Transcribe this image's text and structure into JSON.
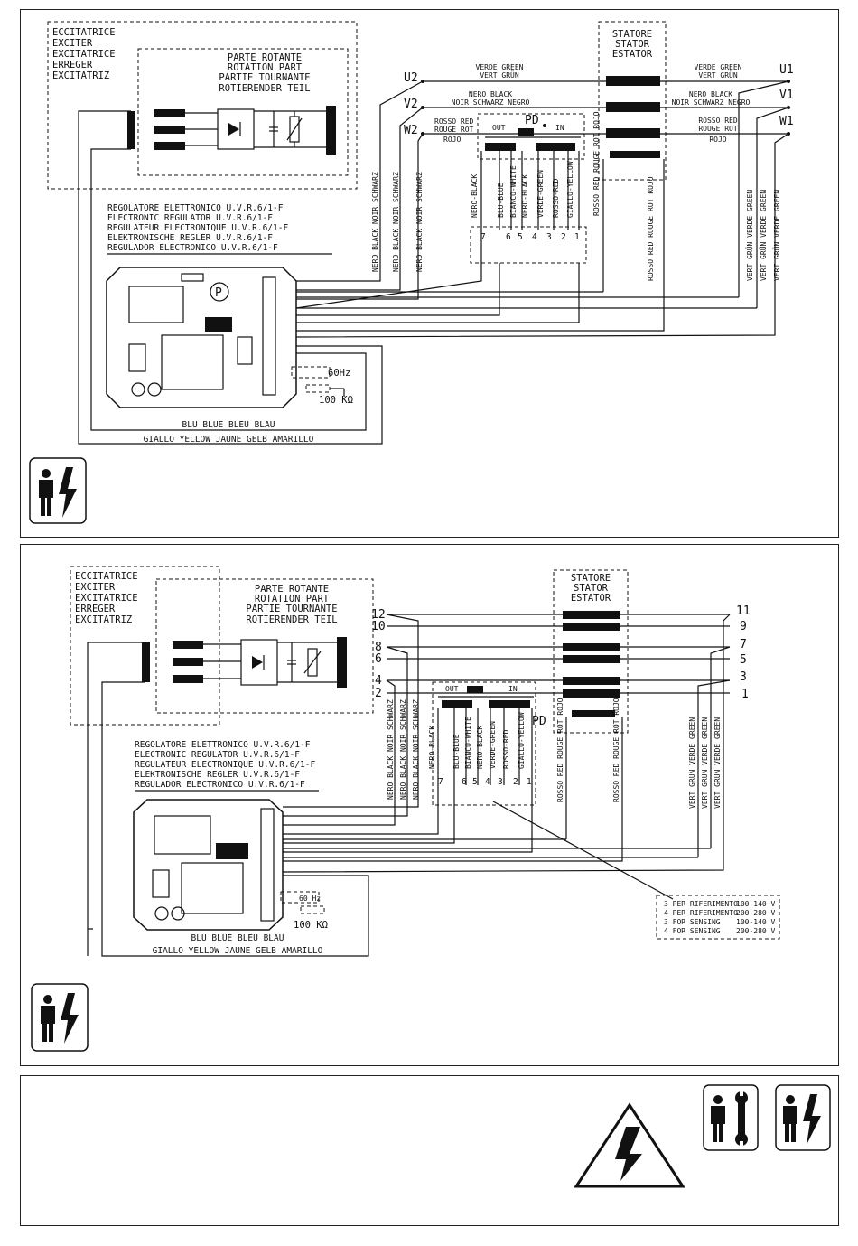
{
  "diagram1": {
    "exciter_labels": [
      "ECCITATRICE",
      "EXCITER",
      "EXCITATRICE",
      "ERREGER",
      "EXCITATRIZ"
    ],
    "rotor_labels": [
      "PARTE ROTANTE",
      "ROTATION PART",
      "PARTIE TOURNANTE",
      "ROTIERENDER TEIL"
    ],
    "stator_labels": [
      "STATORE",
      "STATOR",
      "ESTATOR"
    ],
    "terminals_left": [
      "U2",
      "V2",
      "W2"
    ],
    "terminals_right": [
      "U1",
      "V1",
      "W1"
    ],
    "wire_labels": {
      "green_top": [
        "VERDE GREEN",
        "VERT GRÜN"
      ],
      "black_top": [
        "NERO BLACK",
        "NOIR SCHWARZ NEGRO"
      ],
      "red_top": [
        "ROSSO RED",
        "ROUGE ROT",
        "ROJO"
      ],
      "green_right": [
        "VERDE GREEN",
        "VERT GRÜN"
      ],
      "black_right": [
        "NERO BLACK",
        "NOIR SCHWARZ NEGRO"
      ],
      "red_right": [
        "ROSSO RED",
        "ROUGE ROT",
        "ROJO"
      ]
    },
    "pd": {
      "label": "PD",
      "out": "OUT",
      "in": "IN"
    },
    "pd_wires": [
      "NERO-BLACK",
      "BLU-BLUE",
      "BIANCO-WHITE",
      "NERO-BLACK",
      "VERDE-GREEN",
      "ROSSO-RED",
      "GIALLO-YELLOW"
    ],
    "pd_numbers": [
      "7",
      "6",
      "5",
      "4",
      "3",
      "2",
      "1"
    ],
    "vertical_labels": {
      "black": "NERO BLACK NOIR SCHWARZ",
      "red_a": "ROSSO RED ROUGE ROT ROJO",
      "red_b": "ROSSO RED ROUGE ROT ROJO",
      "green": "VERT GRÜN VERDE GREEN"
    },
    "regulator_labels": [
      "REGOLATORE ELETTRONICO U.V.R.6/1-F",
      "ELECTRONIC REGULATOR U.V.R.6/1-F",
      "REGULATEUR ELECTRONIQUE U.V.R.6/1-F",
      "ELEKTRONISCHE REGLER U.V.R.6/1-F",
      "REGULADOR ELECTRONICO U.V.R.6/1-F"
    ],
    "p_label": "P",
    "hz_label": "60Hz",
    "resistor_label": "100 KΩ",
    "blue_wire": "BLU BLUE BLEU BLAU",
    "yellow_wire": "GIALLO YELLOW JAUNE GELB AMARILLO"
  },
  "diagram2": {
    "exciter_labels": [
      "ECCITATRICE",
      "EXCITER",
      "EXCITATRICE",
      "ERREGER",
      "EXCITATRIZ"
    ],
    "rotor_labels": [
      "PARTE ROTANTE",
      "ROTATION PART",
      "PARTIE TOURNANTE",
      "ROTIERENDER TEIL"
    ],
    "stator_labels": [
      "STATORE",
      "STATOR",
      "ESTATOR"
    ],
    "terminals_left": [
      "12",
      "10",
      "8",
      "6",
      "4",
      "2"
    ],
    "terminals_right": [
      "11",
      "9",
      "7",
      "5",
      "3",
      "1"
    ],
    "pd": {
      "label": "PD",
      "out": "OUT",
      "in": "IN"
    },
    "pd_wires": [
      "NERO-BLACK",
      "BLU-BLUE",
      "BIANCO-WHITE",
      "NERO-BLACK",
      "VERDE-GREEN",
      "ROSSO-RED",
      "GIALLO-YELLOW"
    ],
    "pd_numbers": [
      "7",
      "6",
      "5",
      "4",
      "3",
      "2",
      "1"
    ],
    "vertical_labels": {
      "black": "NERO BLACK NOIR SCHWARZ",
      "red": "ROSSO RED ROUGE ROT ROJO",
      "green": "VERT GRUN VERDE GREEN"
    },
    "regulator_labels": [
      "REGOLATORE ELETTRONICO U.V.R.6/1-F",
      "ELECTRONIC REGULATOR U.V.R.6/1-F",
      "REGULATEUR ELECTRONIQUE U.V.R.6/1-F",
      "ELEKTRONISCHE REGLER U.V.R.6/1-F",
      "REGULADOR ELECTRONICO U.V.R.6/1-F"
    ],
    "hz_label": "60 Hz",
    "resistor_label": "100 KΩ",
    "blue_wire": "BLU BLUE BLEU BLAU",
    "yellow_wire": "GIALLO YELLOW JAUNE GELB AMARILLO",
    "sensing_notes": [
      {
        "text": "3 PER RIFERIMENTO",
        "range": "100-140 V"
      },
      {
        "text": "4 PER RIFERIMENTO",
        "range": "200-280 V"
      },
      {
        "text": "3 FOR SENSING",
        "range": "100-140 V"
      },
      {
        "text": "4 FOR SENSING",
        "range": "200-280 V"
      }
    ]
  },
  "icons": {
    "panel1": "electrician-icon",
    "panel2": "electrician-icon",
    "panel3": [
      "high-voltage-warning-icon",
      "mechanic-icon",
      "electrician-icon"
    ]
  }
}
